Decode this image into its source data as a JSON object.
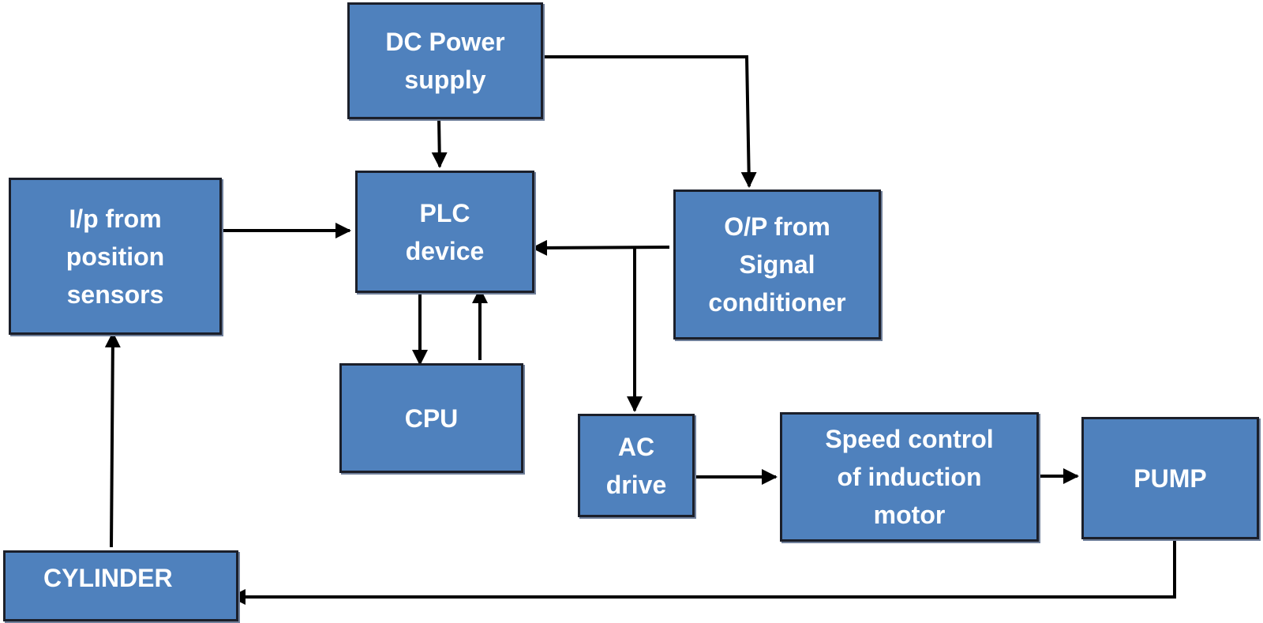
{
  "colors": {
    "block_fill": "#4f81bd",
    "block_border": "#1b1f2a",
    "arrow": "#000000",
    "text": "#ffffff"
  },
  "blocks": {
    "dc_power": "DC Power\nsupply",
    "position_sensors": "I/p from\nposition\nsensors",
    "plc": "PLC\ndevice",
    "signal_conditioner": "O/P from\nSignal\nconditioner",
    "cpu": "CPU",
    "ac_drive": "AC\ndrive",
    "speed_control": "Speed control\nof induction\nmotor",
    "pump": "PUMP",
    "cylinder": "CYLINDER"
  },
  "connections": [
    {
      "from": "dc_power",
      "to": "plc"
    },
    {
      "from": "dc_power",
      "to": "signal_conditioner"
    },
    {
      "from": "position_sensors",
      "to": "plc"
    },
    {
      "from": "signal_conditioner",
      "to": "plc"
    },
    {
      "from": "signal_conditioner",
      "to": "ac_drive"
    },
    {
      "from": "plc",
      "to": "cpu"
    },
    {
      "from": "cpu",
      "to": "plc"
    },
    {
      "from": "ac_drive",
      "to": "speed_control"
    },
    {
      "from": "speed_control",
      "to": "pump"
    },
    {
      "from": "pump",
      "to": "cylinder"
    },
    {
      "from": "cylinder",
      "to": "position_sensors"
    }
  ]
}
